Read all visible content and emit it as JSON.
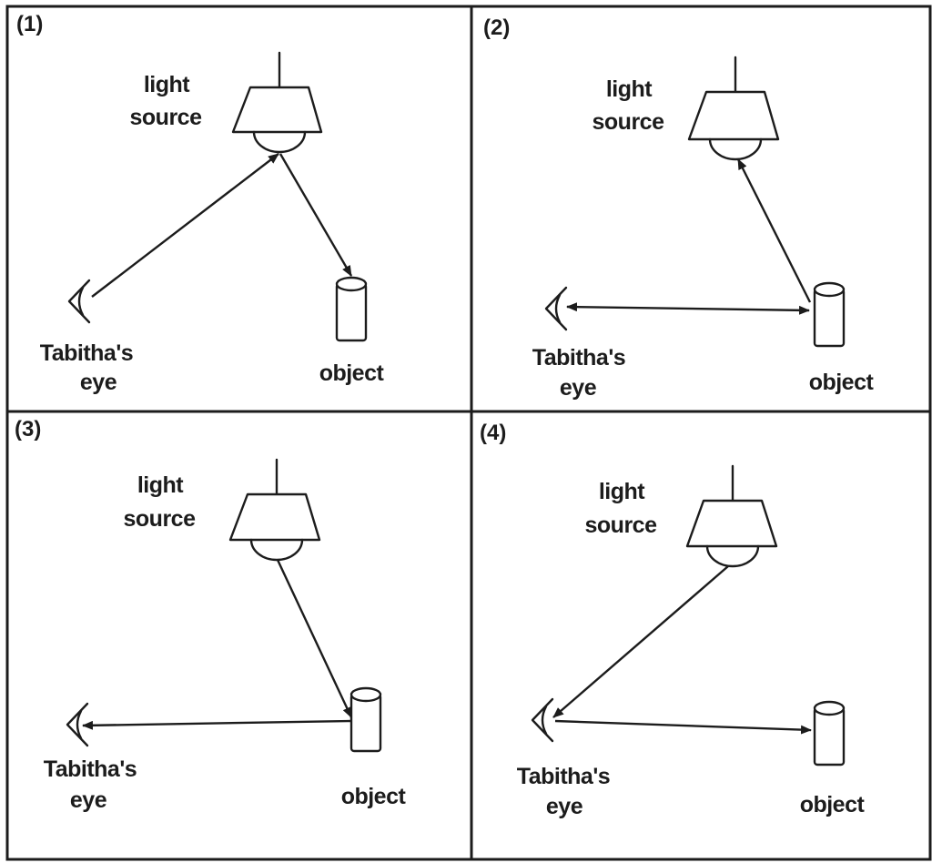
{
  "panels": [
    {
      "number": "(1)",
      "labels": {
        "light_1": "light",
        "light_2": "source",
        "eye_1": "Tabitha's",
        "eye_2": "eye",
        "object": "object"
      }
    },
    {
      "number": "(2)",
      "labels": {
        "light_1": "light",
        "light_2": "source",
        "eye_1": "Tabitha's",
        "eye_2": "eye",
        "object": "object"
      }
    },
    {
      "number": "(3)",
      "labels": {
        "light_1": "light",
        "light_2": "source",
        "eye_1": "Tabitha's",
        "eye_2": "eye",
        "object": "object"
      }
    },
    {
      "number": "(4)",
      "labels": {
        "light_1": "light",
        "light_2": "source",
        "eye_1": "Tabitha's",
        "eye_2": "eye",
        "object": "object"
      }
    }
  ]
}
